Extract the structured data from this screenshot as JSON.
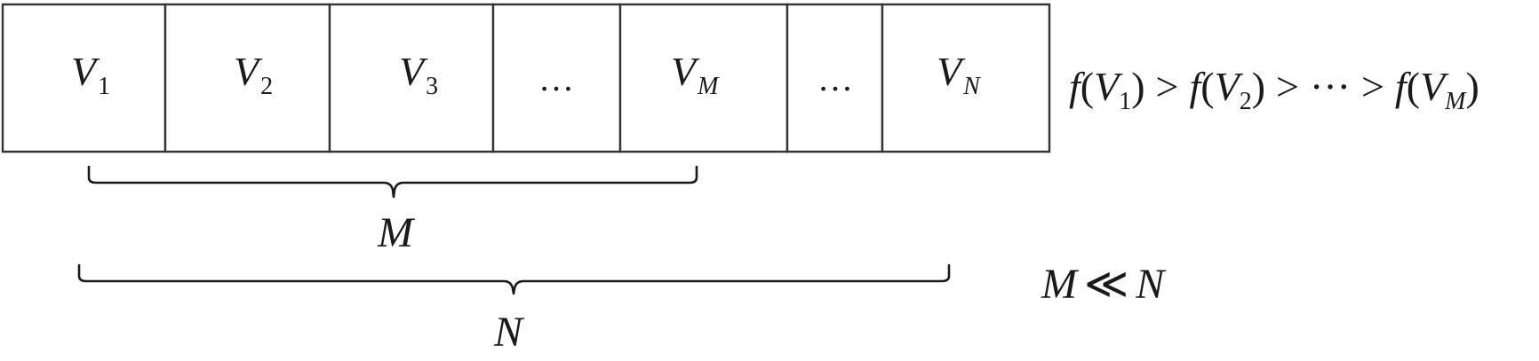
{
  "cells": [
    {
      "kind": "var",
      "symbol": "V",
      "subscript": "1",
      "sub_italic": false
    },
    {
      "kind": "var",
      "symbol": "V",
      "subscript": "2",
      "sub_italic": false
    },
    {
      "kind": "var",
      "symbol": "V",
      "subscript": "3",
      "sub_italic": false
    },
    {
      "kind": "ellipsis",
      "text": "…"
    },
    {
      "kind": "var",
      "symbol": "V",
      "subscript": "M",
      "sub_italic": true
    },
    {
      "kind": "ellipsis",
      "text": "…"
    },
    {
      "kind": "var",
      "symbol": "V",
      "subscript": "N",
      "sub_italic": true
    }
  ],
  "ordering": {
    "func": "f",
    "open_paren": "(",
    "close_paren": ")",
    "symbol": "V",
    "sub1": "1",
    "sub2": "2",
    "subM": "M",
    "greater": ">",
    "dots": "···"
  },
  "braces": {
    "short_label": "M",
    "long_label": "N"
  },
  "relation": {
    "left": "M",
    "op": "≪",
    "right": "N"
  }
}
